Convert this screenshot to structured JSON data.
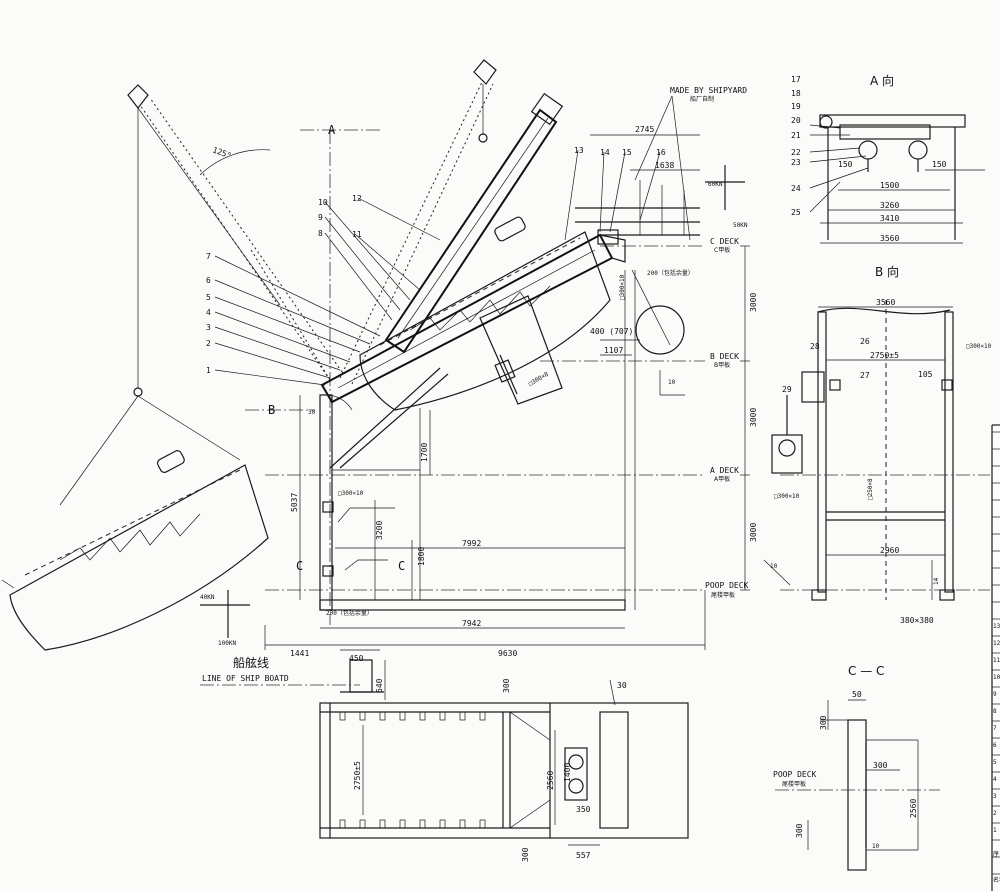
{
  "views": {
    "view_a_marker": "A",
    "view_b_marker": "B",
    "view_a_title": "A 向",
    "view_b_title": "B 向",
    "section_title": "C — C",
    "section_mark": "C"
  },
  "shipyard": {
    "en": "MADE BY SHIPYARD",
    "cn": "船厂自制"
  },
  "decks": [
    {
      "en": "C DECK",
      "cn": "C甲板"
    },
    {
      "en": "B DECK",
      "cn": "B甲板"
    },
    {
      "en": "A DECK",
      "cn": "A甲板"
    },
    {
      "en": "POOP DECK",
      "cn": "尾楼甲板"
    }
  ],
  "section_deck": {
    "en": "POOP DECK",
    "cn": "尾楼甲板"
  },
  "ship_board": {
    "cn": "船舷线",
    "en": "LINE OF SHIP BOATD"
  },
  "loads": {
    "kn60": "60KN",
    "kn50": "50KN",
    "kn40": "40KN",
    "kn100": "100KN"
  },
  "angles": {
    "a125": "125°",
    "a30": "30",
    "a10": "10"
  },
  "part_numbers_main": [
    "1",
    "2",
    "3",
    "4",
    "5",
    "6",
    "7",
    "8",
    "9",
    "10",
    "11",
    "12",
    "13",
    "14",
    "15",
    "16"
  ],
  "part_numbers_view_a": [
    "17",
    "18",
    "19",
    "20",
    "21",
    "22",
    "23",
    "24",
    "25"
  ],
  "part_numbers_view_b": [
    "26",
    "27",
    "28",
    "29"
  ],
  "part_number_plan": "30",
  "dims_main": {
    "d2745": "2745",
    "d1638": "1638",
    "d3000a": "3000",
    "d3000b": "3000",
    "d3000c": "3000",
    "d1700": "1700",
    "d5037": "5037",
    "d3200": "3200",
    "d1800": "1800",
    "d7992": "7992",
    "d7942": "7942",
    "d9630": "9630",
    "d1441": "1441",
    "d400": "400 (707)",
    "d1107": "1107",
    "d200a": "200（包括余量）",
    "d200b": "200（包括余量）",
    "box300a": "□300×10",
    "box300b": "□300×10",
    "box300c": "□300×8"
  },
  "dims_view_a": {
    "d1500": "1500",
    "d150a": "150",
    "d150b": "150",
    "d3260": "3260",
    "d3410": "3410",
    "d3560": "3560"
  },
  "dims_view_b": {
    "d3560": "3560",
    "d2750": "2750±5",
    "box300": "□300×10",
    "d105": "105",
    "box250": "□250×8",
    "box300b": "□300×10",
    "d2960": "2960",
    "d14": "14",
    "d380": "380×380"
  },
  "dims_plan": {
    "d450": "450",
    "d640": "640",
    "d300a": "300",
    "d2750": "2750±5",
    "d2560": "2560",
    "d1400": "1400",
    "d350": "350",
    "d300b": "300",
    "d557": "557"
  },
  "dims_section": {
    "d50": "50",
    "d300a": "300",
    "d300b": "300",
    "d2560": "2560",
    "d300c": "300",
    "d10": "10"
  },
  "table_labels": {
    "rows": [
      "1",
      "2",
      "3",
      "4",
      "5",
      "6",
      "7",
      "8",
      "9",
      "10",
      "11",
      "12",
      "13"
    ],
    "header": "序 号",
    "bottom": "名称"
  }
}
